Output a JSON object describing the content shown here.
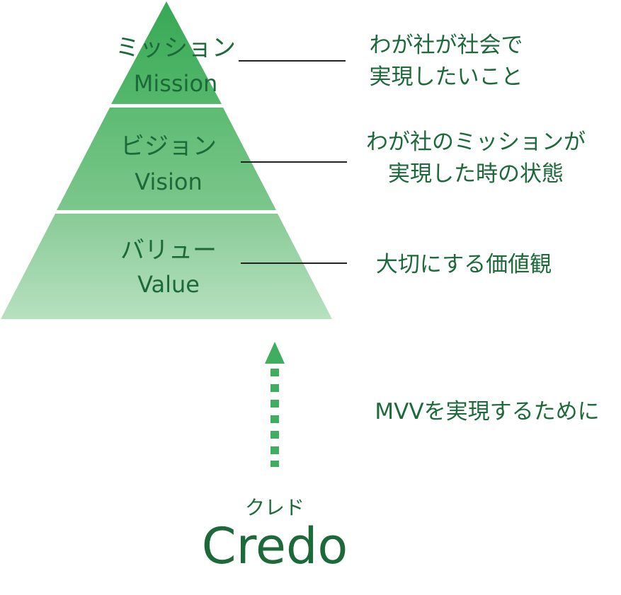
{
  "colors": {
    "text": "#1c6a3a",
    "tier_top": "#3fae5e",
    "tier_mid": "#6cc07e",
    "tier_bottom_top": "#8ccd98",
    "tier_bottom_bottom": "#b9e2c1",
    "arrow": "#3fae5e",
    "line": "#222222"
  },
  "pyramid": {
    "mission": {
      "label_jp": "ミッション",
      "label_en": "Mission",
      "description": [
        "わが社が社会で",
        "実現したいこと"
      ]
    },
    "vision": {
      "label_jp": "ビジョン",
      "label_en": "Vision",
      "description": [
        "わが社のミッションが",
        "実現した時の状態"
      ]
    },
    "value": {
      "label_jp": "バリュー",
      "label_en": "Value",
      "description": [
        "大切にする価値観"
      ]
    }
  },
  "arrow": {
    "icon": "dashed-up-arrow-icon",
    "caption": "MVVを実現するために"
  },
  "credo": {
    "ruby": "クレド",
    "title": "Credo"
  }
}
